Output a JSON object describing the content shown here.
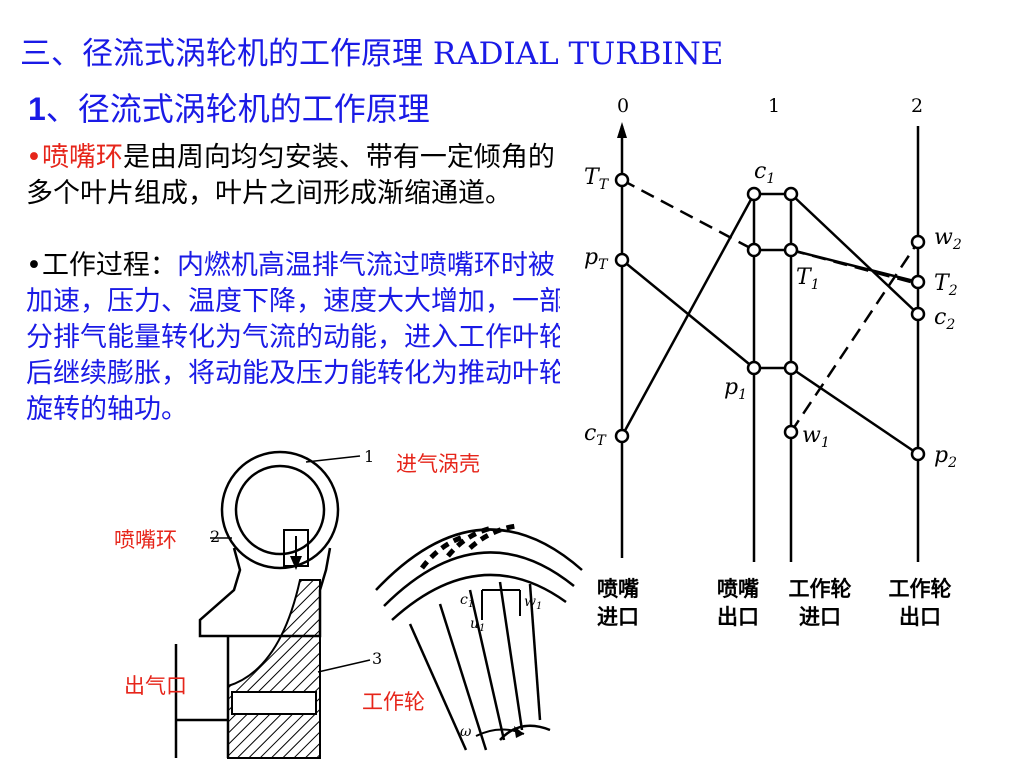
{
  "title": "三、径流式涡轮机的工作原理 RADIAL TURBINE",
  "subtitle": {
    "num": "1",
    "text": "、径流式涡轮机的工作原理"
  },
  "para1": {
    "bullet": "•",
    "term": "喷嘴环",
    "text": "是由周向均匀安装、带有一定倾角的多个叶片组成，叶片之间形成渐缩通道。"
  },
  "para2": {
    "bullet": "•",
    "label": "工作过程：",
    "text": "内燃机高温排气流过喷嘴环时被加速，压力、温度下降，速度大大增加，一部分排气能量转化为气流的动能，进入工作叶轮后继续膨胀，将动能及压力能转化为推动叶轮旋转的轴功。"
  },
  "diagram": {
    "stations": [
      "0",
      "1",
      "2"
    ],
    "left_labels": {
      "TT": "T",
      "TT_sub": "T",
      "pT": "p",
      "pT_sub": "T",
      "cT": "c",
      "cT_sub": "T"
    },
    "mid_labels": {
      "c1": "c",
      "c1_sub": "1",
      "T1": "T",
      "T1_sub": "1",
      "p1": "p",
      "p1_sub": "1",
      "w1": "w",
      "w1_sub": "1"
    },
    "right_labels": {
      "w2": "w",
      "w2_sub": "2",
      "T2": "T",
      "T2_sub": "2",
      "c2": "c",
      "c2_sub": "2",
      "p2": "p",
      "p2_sub": "2"
    },
    "bottom_labels": [
      {
        "line1": "喷嘴",
        "line2": "进口"
      },
      {
        "line1": "喷嘴",
        "line2": "出口"
      },
      {
        "line1": "工作轮",
        "line2": "进口"
      },
      {
        "line1": "工作轮",
        "line2": "出口"
      }
    ]
  },
  "turbine": {
    "callouts": {
      "n1": "1",
      "n2": "2",
      "n3": "3"
    },
    "labels": {
      "volute": "进气涡壳",
      "nozzle": "喷嘴环",
      "outlet": "出气口",
      "wheel": "工作轮"
    },
    "vel": {
      "c1": "c",
      "c1_sub": "1",
      "w1": "w",
      "w1_sub": "1",
      "u1": "u",
      "u1_sub": "1",
      "omega": "ω"
    }
  }
}
